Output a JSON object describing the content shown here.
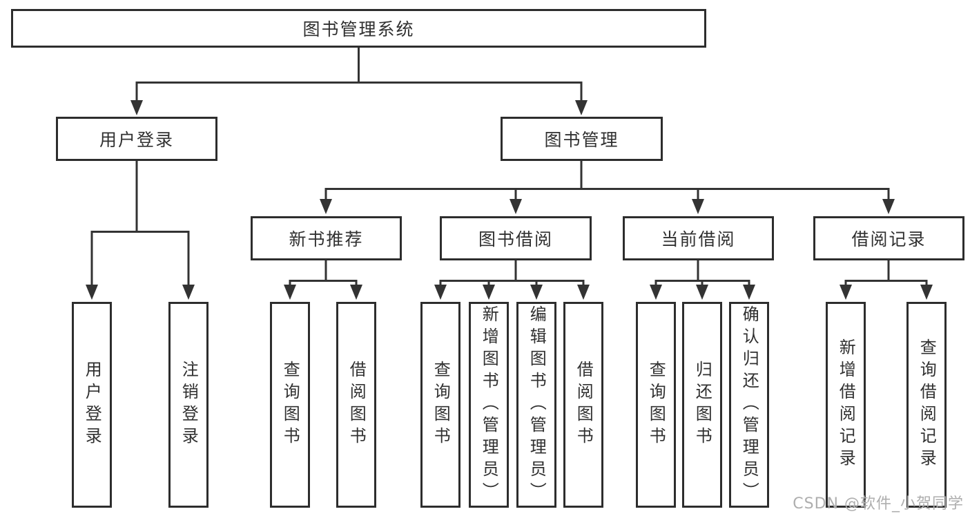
{
  "diagram_type": "hierarchy-tree",
  "colors": {
    "background": "#ffffff",
    "box_border": "#2d2d2d",
    "box_fill": "#ffffff",
    "line": "#333333",
    "text": "#303030",
    "watermark": "#aeaeae"
  },
  "tree": {
    "label": "图书管理系统",
    "children": [
      {
        "label": "用户登录",
        "children": [
          {
            "label": "用户登录"
          },
          {
            "label": "注销登录"
          }
        ]
      },
      {
        "label": "图书管理",
        "children": [
          {
            "label": "新书推荐",
            "children": [
              {
                "label": "查询图书"
              },
              {
                "label": "借阅图书"
              }
            ]
          },
          {
            "label": "图书借阅",
            "children": [
              {
                "label": "查询图书"
              },
              {
                "label": "新增图书（管理员）"
              },
              {
                "label": "编辑图书（管理员）"
              },
              {
                "label": "借阅图书"
              }
            ]
          },
          {
            "label": "当前借阅",
            "children": [
              {
                "label": "查询图书"
              },
              {
                "label": "归还图书"
              },
              {
                "label": "确认归还（管理员）"
              }
            ]
          },
          {
            "label": "借阅记录",
            "children": [
              {
                "label": "新增借阅记录"
              },
              {
                "label": "查询借阅记录"
              }
            ]
          }
        ]
      }
    ]
  },
  "watermark": {
    "text": "CSDN @软件_小贺同学"
  }
}
